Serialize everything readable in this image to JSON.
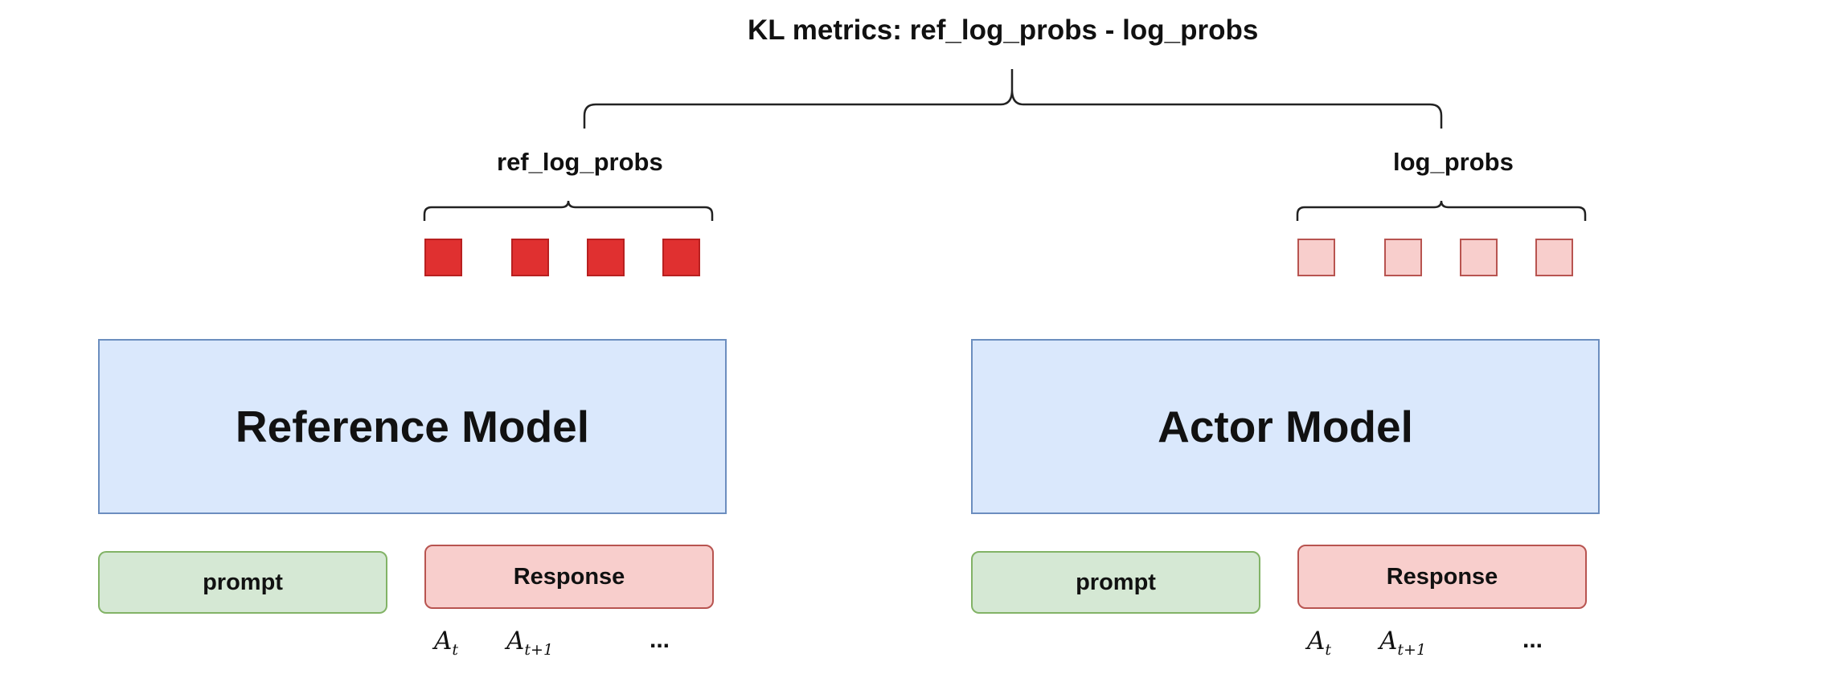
{
  "title": "KL metrics: ref_log_probs - log_probs",
  "left": {
    "label": "ref_log_probs",
    "model": "Reference Model",
    "prompt": "prompt",
    "response": "Response",
    "token_count": 4,
    "tokens": [
      {
        "base": "A",
        "sub": "t"
      },
      {
        "base": "A",
        "sub": "t+1"
      }
    ],
    "ellipsis": "..."
  },
  "right": {
    "label": "log_probs",
    "model": "Actor Model",
    "prompt": "prompt",
    "response": "Response",
    "token_count": 4,
    "tokens": [
      {
        "base": "A",
        "sub": "t"
      },
      {
        "base": "A",
        "sub": "t+1"
      }
    ],
    "ellipsis": "..."
  },
  "colors": {
    "ref_square_fill": "#e03030",
    "ref_square_border": "#b82020",
    "actor_square_fill": "#f8cecc",
    "actor_square_border": "#b85450",
    "model_fill": "#dae8fc",
    "prompt_fill": "#d5e8d4",
    "response_fill": "#f8cecc"
  }
}
